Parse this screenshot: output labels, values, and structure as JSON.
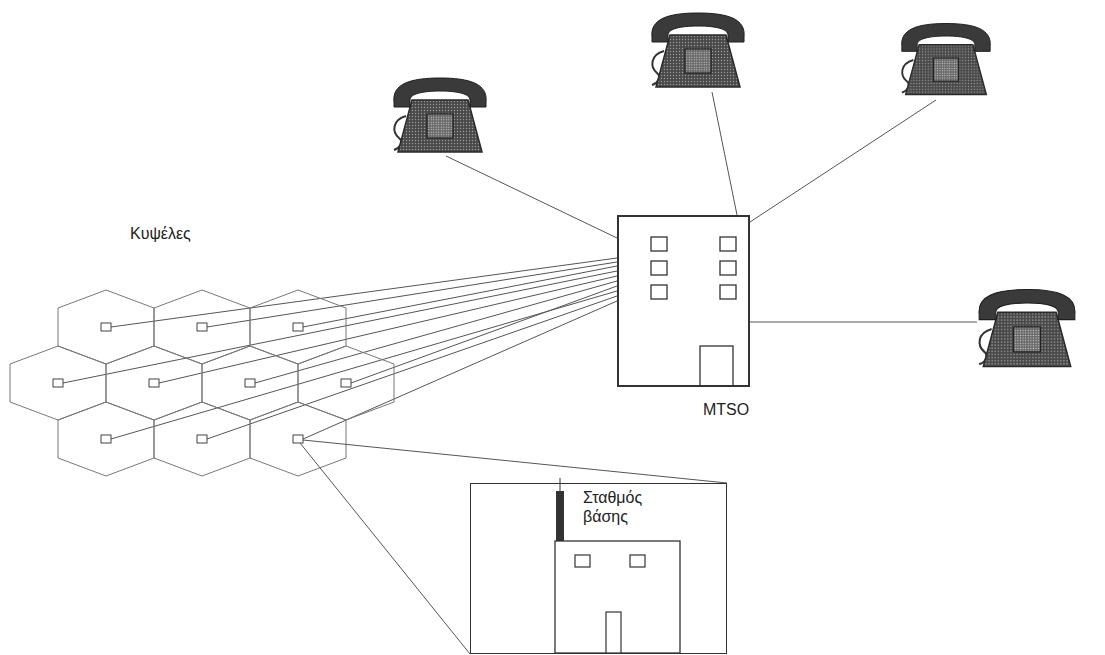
{
  "diagram": {
    "nodes": [
      {
        "text": [
          "MTSO"
        ]
      },
      {
        "text": [
          "Σταθμός βάσης"
        ]
      }
    ],
    "labels": [
      "Κυψέλες"
    ]
  }
}
